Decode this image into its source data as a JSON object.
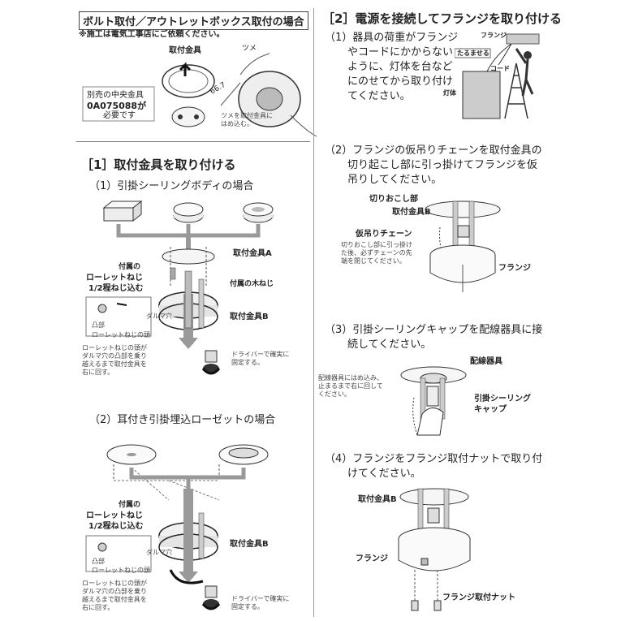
{
  "left": {
    "header_box": "ボルト取付／アウトレットボックス取付の場合",
    "header_note": "※施工は電気工事店にご依頼ください。",
    "fig0": {
      "label_bracket": "取付金具",
      "label_tsume": "ツメ",
      "callout_l1": "別売の中央金具",
      "callout_l2": "0A075088が",
      "callout_l3": "必要です",
      "note_l1": "ツメを取付金具に",
      "note_l2": "はめ込む。",
      "dim": "66.7"
    },
    "section1_title": "［1］取付金具を取り付ける",
    "step1": {
      "title": "（1）引掛シーリングボディの場合",
      "label_bracket_a": "取付金具A",
      "label_screw": "付属の木ねじ",
      "label_bracket_b": "取付金具B",
      "label_knurl_l1": "付属の",
      "label_knurl_l2": "ローレットねじ",
      "label_knurl_l3": "1/2程ねじ込む",
      "inset_daruma": "ダルマ穴",
      "inset_totsu": "凸部",
      "inset_head": "ローレットねじの頭",
      "note_l1": "ローレットねじの頭が",
      "note_l2": "ダルマ穴の凸部を乗り",
      "note_l3": "越えるまで取付金具を",
      "note_l4": "右に回す。",
      "driver_l1": "ドライバーで確実に",
      "driver_l2": "固定する。"
    },
    "step2": {
      "title": "（2）耳付き引掛埋込ローゼットの場合",
      "label_knurl_l1": "付属の",
      "label_knurl_l2": "ローレットねじ",
      "label_knurl_l3": "1/2程ねじ込む",
      "label_bracket_b": "取付金具B",
      "inset_daruma": "ダルマ穴",
      "inset_totsu": "凸部",
      "inset_head": "ローレットねじの頭",
      "note_l1": "ローレットねじの頭が",
      "note_l2": "ダルマ穴の凸部を乗り",
      "note_l3": "越えるまで取付金具を",
      "note_l4": "右に回す。",
      "driver_l1": "ドライバーで確実に",
      "driver_l2": "固定する。"
    }
  },
  "right": {
    "section2_title": "［2］電源を接続してフランジを取り付ける",
    "step1": {
      "l1": "（1）器具の荷重がフランジ",
      "l2": "やコードにかからない",
      "l3": "ように、灯体を台など",
      "l4": "にのせてから取り付け",
      "l5": "てください。",
      "label_flange": "フランジ",
      "label_tarumase": "たるませる",
      "label_cord": "コード",
      "label_body": "灯体"
    },
    "step2": {
      "l1": "（2）フランジの仮吊りチェーンを取付金具の",
      "l2": "切り起こし部に引っ掛けてフランジを仮",
      "l3": "吊りしてください。",
      "label_kirioko": "切りおこし部",
      "label_bracket_b": "取付金具B",
      "label_chain": "仮吊りチェーン",
      "note_l1": "切りおこし部に引っ掛け",
      "note_l2": "た後、必ずチェーンの先",
      "note_l3": "端を閉じてください。",
      "label_flange": "フランジ"
    },
    "step3": {
      "l1": "（3）引掛シーリングキャップを配線器具に接",
      "l2": "続してください。",
      "label_fixture": "配線器具",
      "note_l1": "配線器具にはめ込み、",
      "note_l2": "止まるまで右に回して",
      "note_l3": "ください。",
      "label_cap_l1": "引掛シーリング",
      "label_cap_l2": "キャップ"
    },
    "step4": {
      "l1": "（4）フランジをフランジ取付ナットで取り付",
      "l2": "けてください。",
      "label_bracket_b": "取付金具B",
      "label_flange": "フランジ",
      "label_nut": "フランジ取付ナット"
    }
  }
}
